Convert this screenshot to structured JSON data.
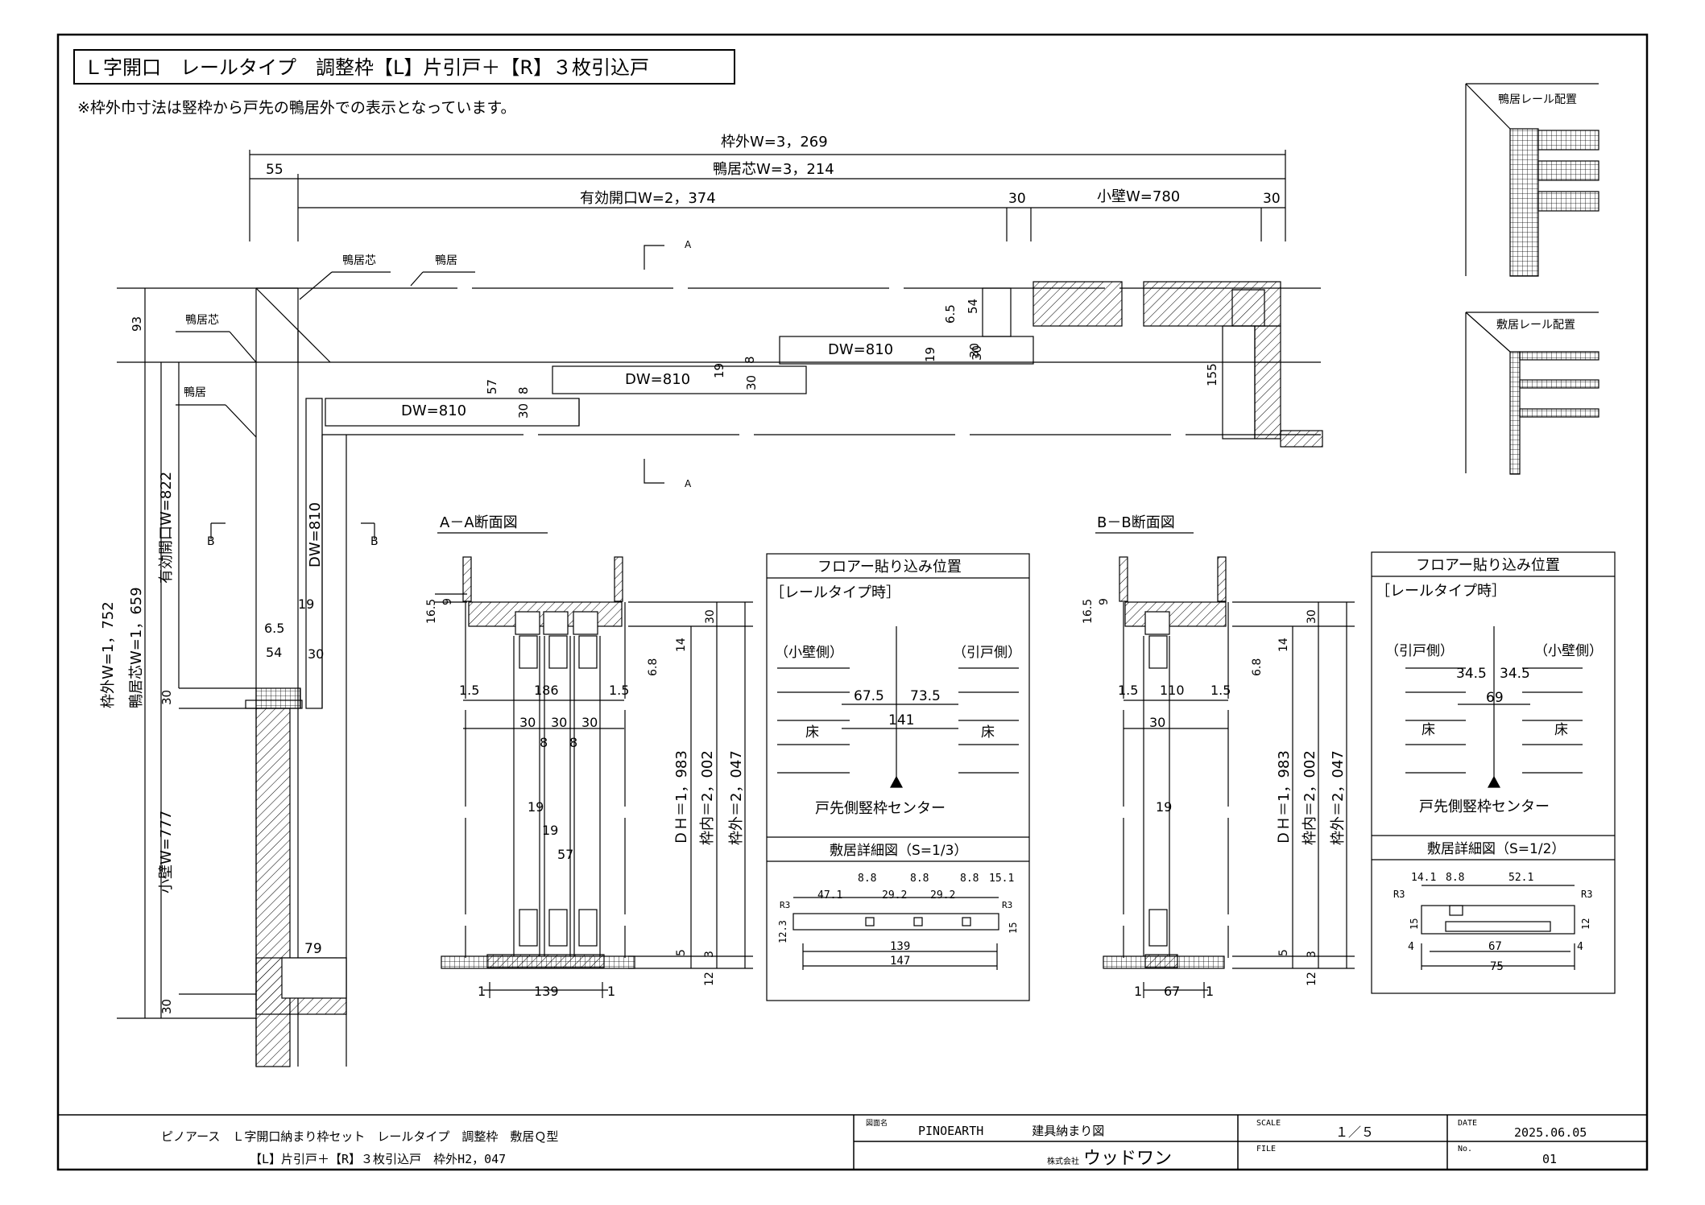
{
  "title": "Ｌ字開口　レールタイプ　調整枠【L】片引戸＋【R】３枚引込戸",
  "note": "※枠外巾寸法は竪枠から戸先の鴨居外での表示となっています。",
  "plan": {
    "w_outer": "枠外W=3，269",
    "w_kamoi": "鴨居芯W=3，214",
    "w_offset": "55",
    "w_open": "有効開口W=2，374",
    "w_30a": "30",
    "w_wall": "小壁W=780",
    "w_30b": "30",
    "lbl_kamoi_core": "鴨居芯",
    "lbl_kamoi": "鴨居",
    "lbl_kamoi_core2": "鴨居芯",
    "lbl_kamoi2": "鴨居",
    "dw1": "DW=810",
    "dw2": "DW=810",
    "dw3": "DW=810",
    "dw4": "DW=810",
    "d65": "6.5",
    "d54": "54",
    "d19a": "19",
    "d30a": "30",
    "d57": "57",
    "d8a": "8",
    "d30b": "30",
    "d19b": "19",
    "d30c": "30",
    "d8b": "8",
    "d30d": "30",
    "d155": "155",
    "d93": "93",
    "v_outer": "枠外W=1，752",
    "v_kamoi": "鴨居芯W=1，659",
    "v_open": "有効開口W=822",
    "v_30": "30",
    "v_wall": "小壁W=777",
    "v_30b": "30",
    "d65b": "6.5",
    "d54b": "54",
    "d30e": "30",
    "d19c": "19",
    "d79": "79",
    "sec_a": "A",
    "sec_a2": "A",
    "sec_b": "B",
    "sec_b2": "B"
  },
  "section_aa": {
    "title": "A－A断面図",
    "d165": "16.5",
    "d9": "9",
    "d30": "30",
    "d14": "14",
    "d68": "6.8",
    "d15a": "1.5",
    "d186": "186",
    "d15b": "1.5",
    "d30a": "30",
    "d30b": "30",
    "d30c": "30",
    "d8a": "8",
    "d8b": "8",
    "d19a": "19",
    "d19b": "19",
    "d57": "57",
    "dh": "ＤＨ＝1，983",
    "inner": "枠内＝2，002",
    "outer": "枠外＝2，047",
    "d5": "5",
    "d3": "3",
    "d12": "12",
    "d1a": "1",
    "d139": "139",
    "d1b": "1"
  },
  "section_bb": {
    "title": "B－B断面図",
    "d165": "16.5",
    "d9": "9",
    "d30": "30",
    "d14": "14",
    "d68": "6.8",
    "d15a": "1.5",
    "d110": "110",
    "d15b": "1.5",
    "d30a": "30",
    "d19": "19",
    "dh": "ＤＨ＝1，983",
    "inner": "枠内＝2，002",
    "outer": "枠外＝2，047",
    "d5": "5",
    "d3": "3",
    "d12": "12",
    "d1a": "1",
    "d67": "67",
    "d1b": "1"
  },
  "floor1": {
    "title": "フロアー貼り込み位置",
    "sub": "［レールタイプ時］",
    "left": "（小壁側）",
    "right": "（引戸側）",
    "d1": "67.5",
    "d2": "73.5",
    "d3": "141",
    "floor_l": "床",
    "floor_r": "床",
    "center": "戸先側竪枠センター",
    "detail": "敷居詳細図（S=1/3）",
    "s1": "8.8",
    "s2": "8.8",
    "s3": "8.8",
    "s4": "15.1",
    "s5": "47.1",
    "s6": "29.2",
    "s7": "29.2",
    "r3a": "R3",
    "r3b": "R3",
    "h123": "12.3",
    "h15": "15",
    "w139": "139",
    "w147": "147"
  },
  "floor2": {
    "title": "フロアー貼り込み位置",
    "sub": "［レールタイプ時］",
    "left": "（引戸側）",
    "right": "（小壁側）",
    "d1": "34.5",
    "d2": "34.5",
    "d3": "69",
    "floor_l": "床",
    "floor_r": "床",
    "center": "戸先側竪枠センター",
    "detail": "敷居詳細図（S=1/2）",
    "s1": "14.1",
    "s2": "8.8",
    "s3": "52.1",
    "r3a": "R3",
    "r3b": "R3",
    "h15": "15",
    "h12": "12",
    "w4a": "4",
    "w67": "67",
    "w4b": "4",
    "w75": "75"
  },
  "insets": {
    "rail_top": "鴨居レール配置",
    "rail_bottom": "敷居レール配置"
  },
  "titleblock": {
    "line1": "ピノアース　Ｌ字開口納まり枠セット　レールタイプ　調整枠　敷居Ｑ型",
    "line2": "【L】片引戸＋【R】３枚引込戸　枠外H2，047",
    "name_lbl": "図面名",
    "name_val": "PINOEARTH　　　　建具納まり図",
    "company_lbl": "株式会社",
    "company": "ウッドワン",
    "scale_lbl": "SCALE",
    "scale_val": "１／５",
    "file_lbl": "FILE",
    "date_lbl": "DATE",
    "date_val": "2025.06.05",
    "no_lbl": "No.",
    "no_val": "01"
  }
}
